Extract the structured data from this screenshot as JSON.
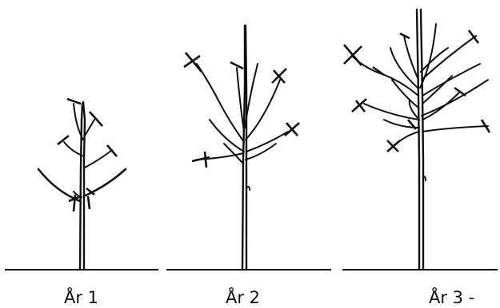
{
  "panels": [
    {
      "id": "year-1",
      "label": "År 1"
    },
    {
      "id": "year-2",
      "label": "År 2"
    },
    {
      "id": "year-3",
      "label": "År 3 -"
    }
  ],
  "colors": {
    "line": "#111111",
    "background": "#ffffff"
  }
}
